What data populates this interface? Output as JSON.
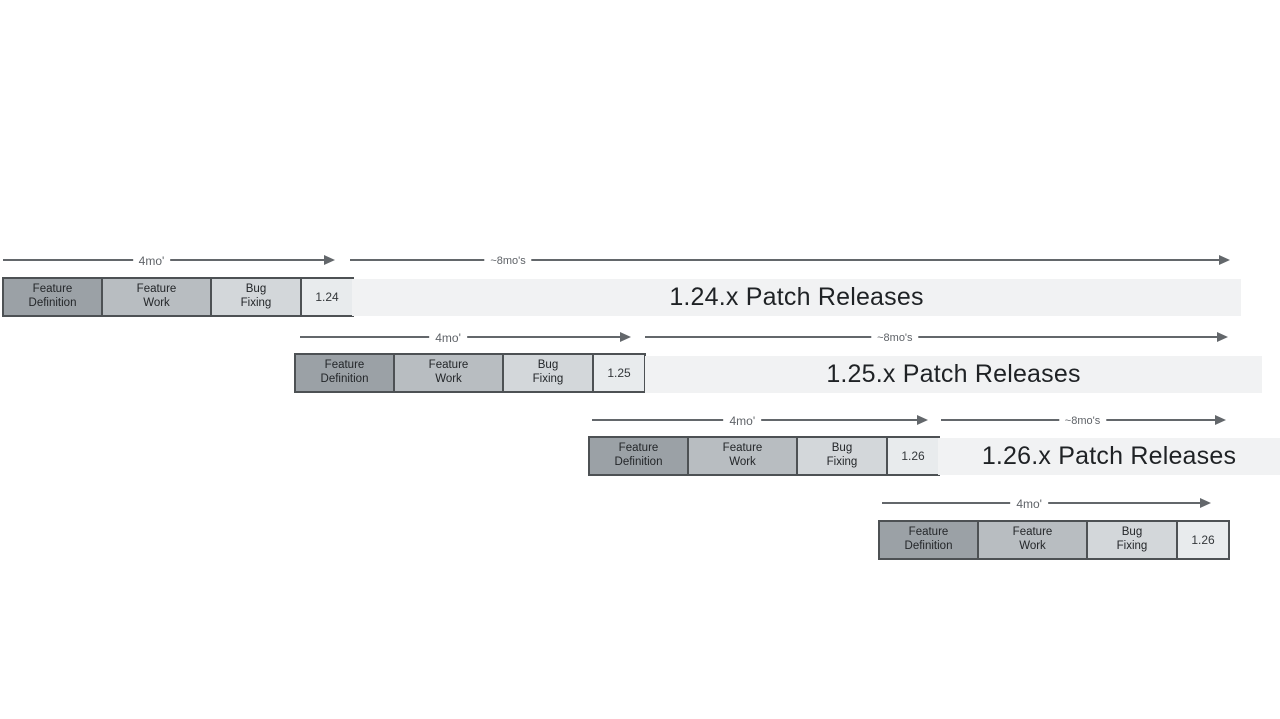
{
  "colors": {
    "background": "#ffffff",
    "feature_definition_fill": "#9ba1a6",
    "feature_work_fill": "#b8bdc1",
    "bug_fixing_fill": "#d3d7da",
    "version_box_fill": "#e8ebed",
    "patch_bar_fill": "#f1f2f3",
    "box_border": "#4d5154",
    "arrow": "#63676b",
    "arrow_label_text": "#5f6368",
    "heading_text": "#1f2225"
  },
  "rows": [
    {
      "phases": [
        {
          "line1": "Feature",
          "line2": "Definition"
        },
        {
          "line1": "Feature",
          "line2": "Work"
        },
        {
          "line1": "Bug",
          "line2": "Fixing"
        }
      ],
      "version": "1.24",
      "dev_arrow_label": "4mo'",
      "patch_arrow_label": "~8mo's",
      "patch_bar_label": "1.24.x Patch Releases"
    },
    {
      "phases": [
        {
          "line1": "Feature",
          "line2": "Definition"
        },
        {
          "line1": "Feature",
          "line2": "Work"
        },
        {
          "line1": "Bug",
          "line2": "Fixing"
        }
      ],
      "version": "1.25",
      "dev_arrow_label": "4mo'",
      "patch_arrow_label": "~8mo's",
      "patch_bar_label": "1.25.x Patch Releases"
    },
    {
      "phases": [
        {
          "line1": "Feature",
          "line2": "Definition"
        },
        {
          "line1": "Feature",
          "line2": "Work"
        },
        {
          "line1": "Bug",
          "line2": "Fixing"
        }
      ],
      "version": "1.26",
      "dev_arrow_label": "4mo'",
      "patch_arrow_label": "~8mo's",
      "patch_bar_label": "1.26.x Patch Releases"
    },
    {
      "phases": [
        {
          "line1": "Feature",
          "line2": "Definition"
        },
        {
          "line1": "Feature",
          "line2": "Work"
        },
        {
          "line1": "Bug",
          "line2": "Fixing"
        }
      ],
      "version": "1.26",
      "dev_arrow_label": "4mo'"
    }
  ]
}
